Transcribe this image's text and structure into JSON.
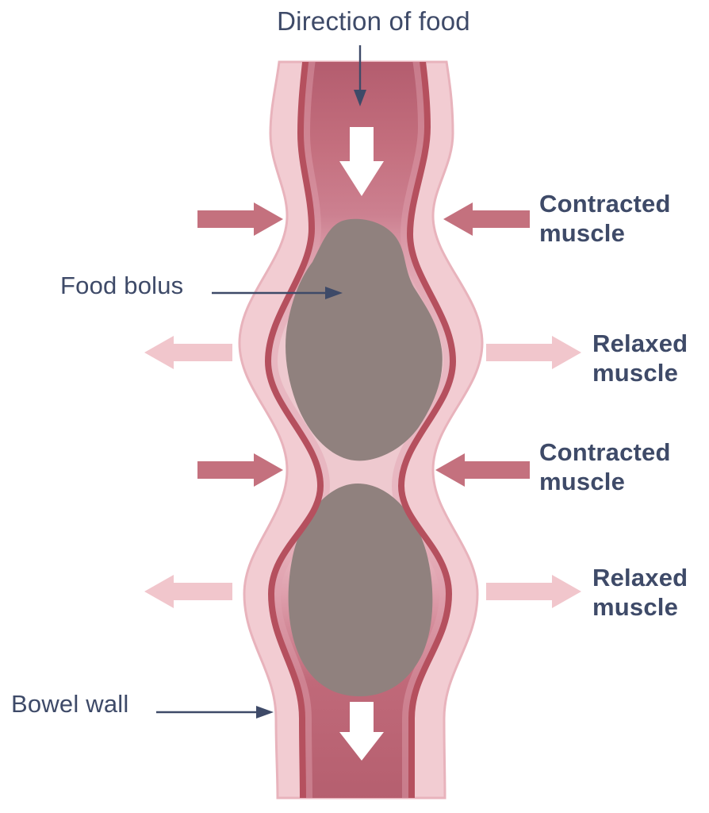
{
  "title": "Direction of food",
  "labels": {
    "food_bolus": "Food bolus",
    "bowel_wall": "Bowel wall",
    "contracted_muscle_upper": "Contracted muscle",
    "relaxed_muscle_upper": "Relaxed muscle",
    "contracted_muscle_lower": "Contracted muscle",
    "relaxed_muscle_lower": "Relaxed muscle"
  },
  "colors": {
    "label_text": "#3e4a68",
    "bowel_wall_outer": "#f2ccd2",
    "bowel_wall_edge": "#e8b3bc",
    "bowel_wall_line": "#b5505e",
    "lumen_red": "#c26d7c",
    "lumen_pink": "#eec9cf",
    "food_bolus": "#90817e",
    "contracted_arrow": "#c4717e",
    "relaxed_arrow": "#f1c6cc",
    "flow_arrow": "#ffffff"
  }
}
